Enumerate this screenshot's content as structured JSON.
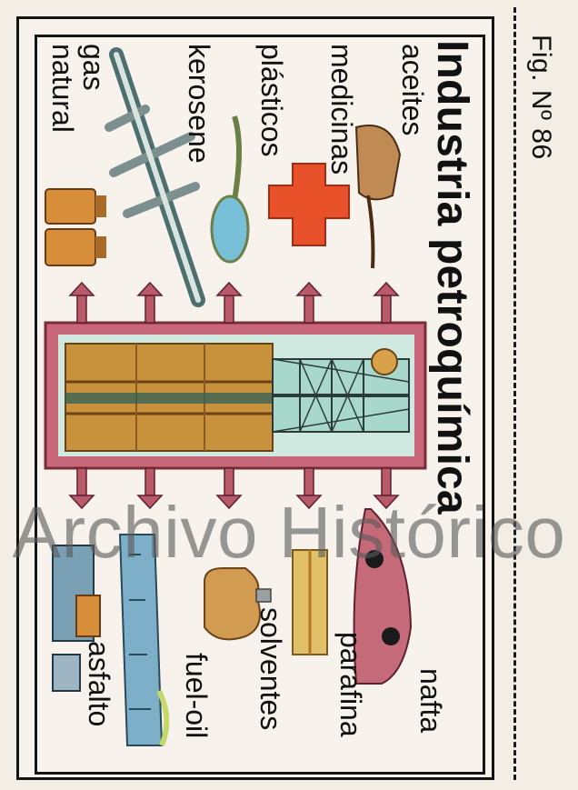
{
  "figure_label": "Fig. Nº 86",
  "title": "Industria petroquímica",
  "products_top": [
    "aceites",
    "medicinas",
    "plásticos",
    "kerosene",
    "gas natural"
  ],
  "products_bottom": [
    "nafta",
    "parafina",
    "solventes",
    "fuel-oil",
    "asfalto"
  ],
  "watermark": "Archivo Histórico",
  "colors": {
    "arrow": "#b85a6a",
    "refinery_frame": "#c8667a",
    "refinery_fill": "#cfe8e0",
    "tank": "#c8913c",
    "cross": "#e8502a",
    "frame": "#141414"
  },
  "icons": {
    "aceites": "oil-can-icon",
    "medicinas": "red-cross-icon",
    "plasticos": "plastic-ladle-icon",
    "kerosene": "airplane-icon",
    "gas_natural": "gas-cylinders-icon",
    "nafta": "car-icon",
    "parafina": "candle-icon",
    "solventes": "solvent-bottle-icon",
    "fuel_oil": "ship-icon",
    "asfalto": "road-roller-icon",
    "refinery": "refinery-icon"
  }
}
